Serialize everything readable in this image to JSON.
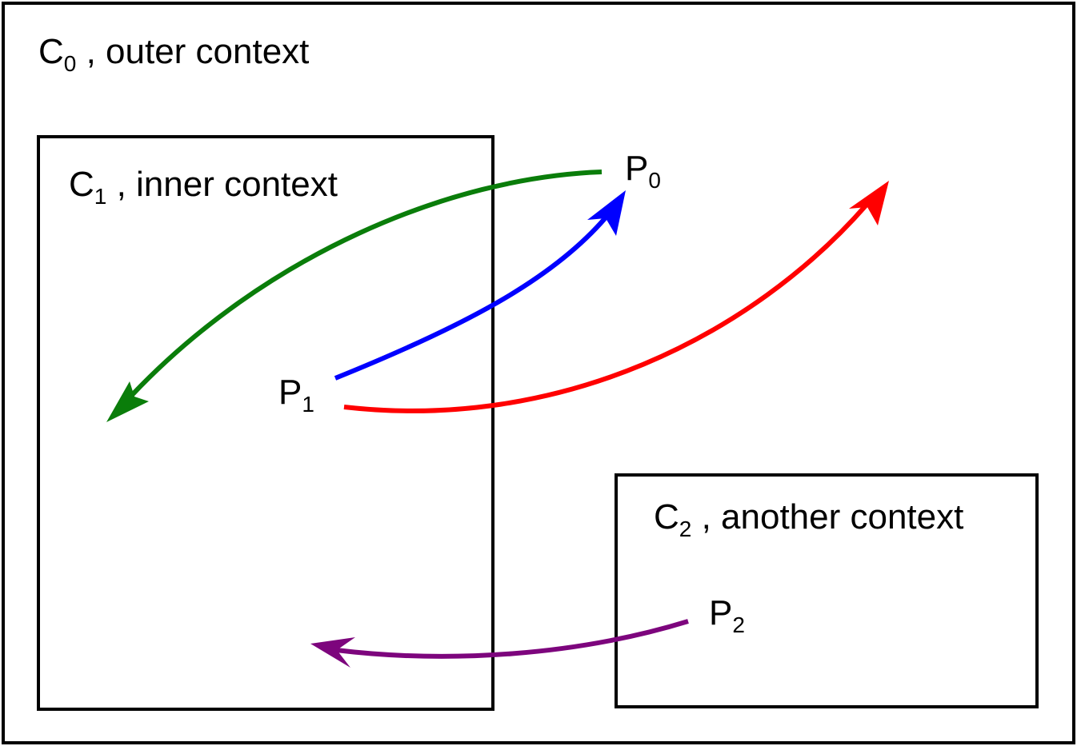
{
  "contexts": {
    "c0": {
      "symbol": "C",
      "subscript": "0",
      "suffix": " , outer context"
    },
    "c1": {
      "symbol": "C",
      "subscript": "1",
      "suffix": " , inner context"
    },
    "c2": {
      "symbol": "C",
      "subscript": "2",
      "suffix": " , another context"
    }
  },
  "points": {
    "p0": {
      "symbol": "P",
      "subscript": "0"
    },
    "p1": {
      "symbol": "P",
      "subscript": "1"
    },
    "p2": {
      "symbol": "P",
      "subscript": "2"
    }
  },
  "arrows": {
    "green": {
      "color": "#0a7d0a"
    },
    "blue": {
      "color": "#0000ff"
    },
    "red": {
      "color": "#ff0000"
    },
    "purple": {
      "color": "#7d057d"
    }
  }
}
